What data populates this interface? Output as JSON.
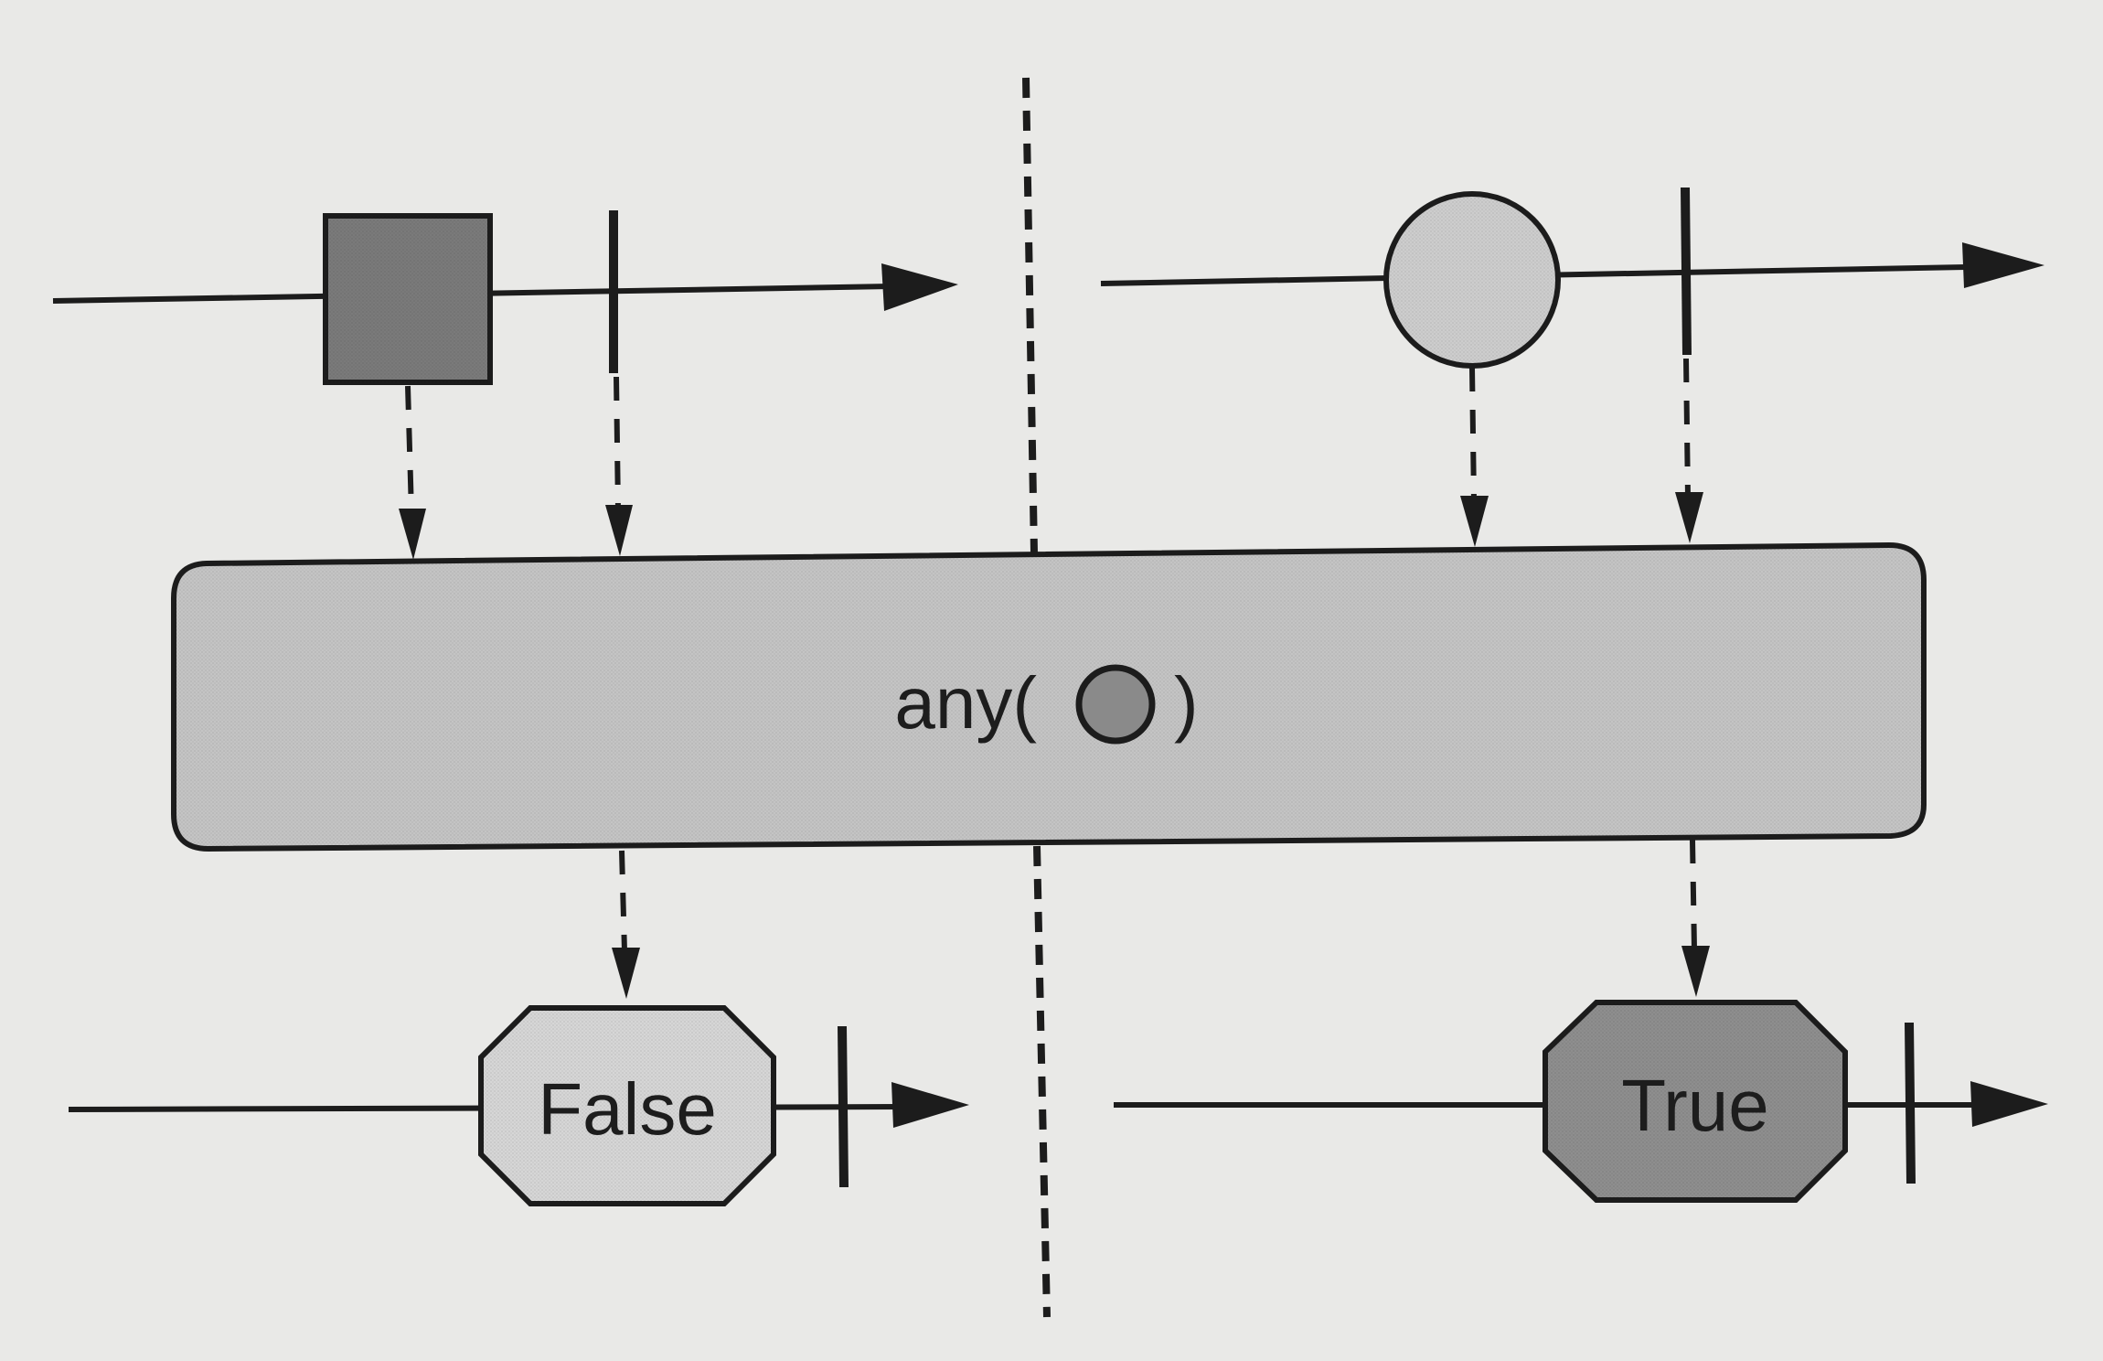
{
  "operator": {
    "name": "any(",
    "close": ")",
    "argument_shape": "circle-icon"
  },
  "left_case": {
    "input_item_shape": "square",
    "output_value": "False"
  },
  "right_case": {
    "input_item_shape": "circle",
    "output_value": "True"
  },
  "colors": {
    "background": "#e9e9e7",
    "stroke": "#1c1c1c",
    "square_fill": "#7a7a7a",
    "circle_fill": "#cdcdcd",
    "operator_fill": "#c4c4c4",
    "false_fill": "#d6d6d6",
    "true_fill": "#8e8e8e"
  }
}
